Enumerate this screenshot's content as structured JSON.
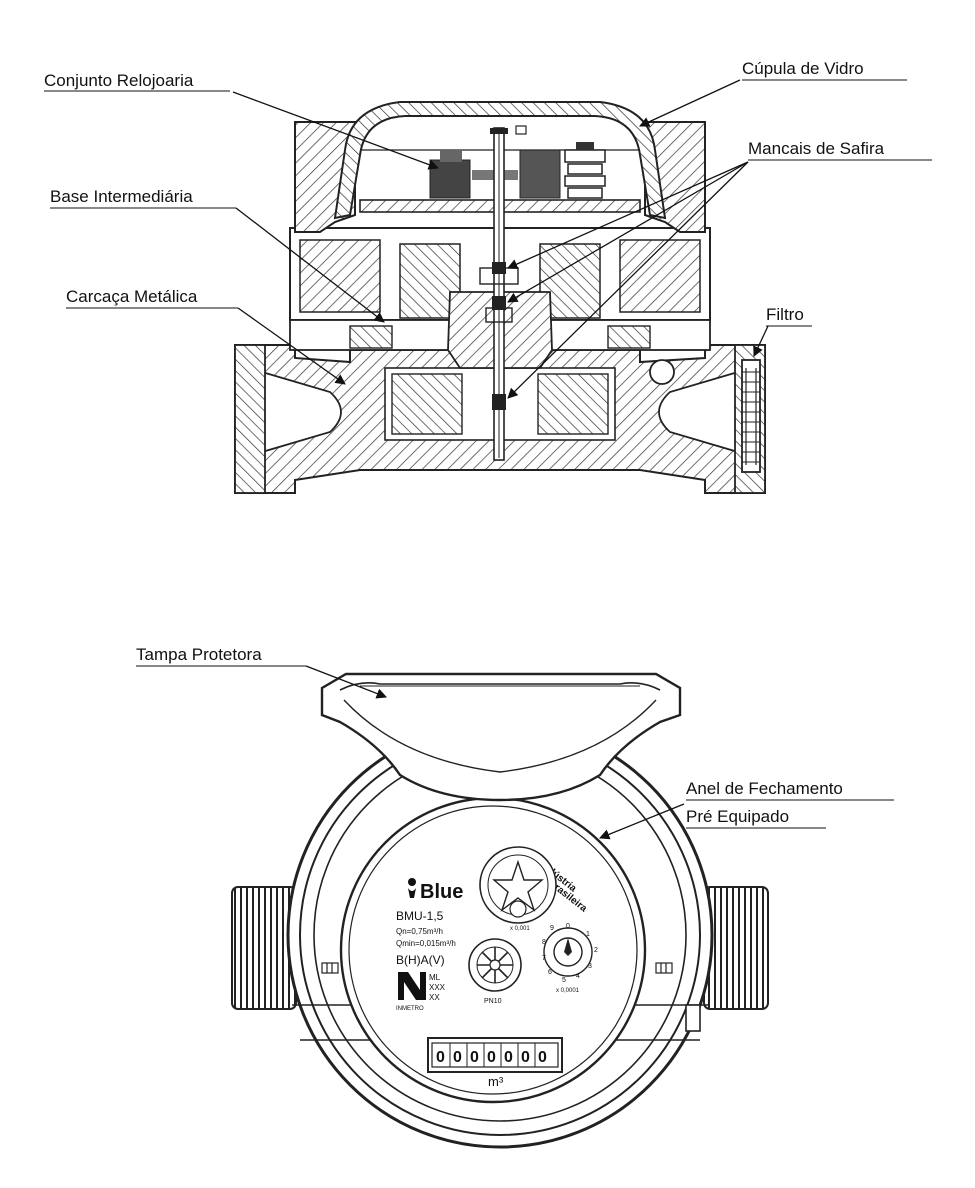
{
  "diagram": {
    "section_view": {
      "labels": {
        "clockwork": "Conjunto  Relojoaria",
        "glass_dome": "Cúpula de Vidro",
        "sapphire_bearings": "Mancais de Safira",
        "intermediate_base": "Base Intermediária",
        "metal_housing": "Carcaça Metálica",
        "filter": "Filtro"
      }
    },
    "front_view": {
      "labels": {
        "protective_cover": "Tampa Protetora",
        "closing_ring_line1": "Anel de Fechamento",
        "closing_ring_line2": "Pré Equipado"
      },
      "dial": {
        "brand": "Blue",
        "model": "BMU-1,5",
        "qn": "Qn=0,75m³/h",
        "qmin": "Qmin=0,015m³/h",
        "class": "B(H)A(V)",
        "ml": "ML",
        "xxx": "XXX",
        "xx": "XX",
        "inmetro": "INMETRO",
        "industry_line1": "Indústria",
        "industry_line2": "Brasileira",
        "pinion_label": "PN10",
        "sub_dial_1": "x 0,001",
        "sub_dial_2": "x 0,0001",
        "odometer_digits": [
          "0",
          "0",
          "0",
          "0",
          "0",
          "0",
          "0"
        ],
        "unit": "m³"
      }
    }
  }
}
